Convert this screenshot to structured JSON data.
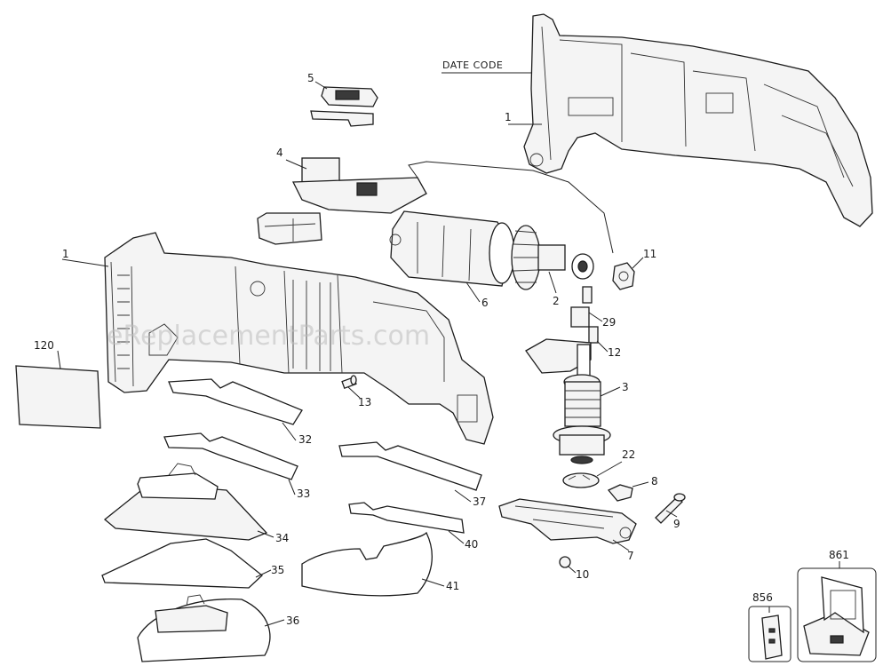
{
  "watermark": "eReplacementParts.com",
  "date_code_label": "DATE CODE",
  "labels": {
    "housing_upper": "1",
    "housing_lower": "1",
    "gear": "2",
    "spindle": "3",
    "switch_board": "4",
    "switch_cover": "5",
    "motor": "6",
    "gear_case": "7",
    "clip": "8",
    "pin": "9",
    "screw_10": "10",
    "nut": "11",
    "part_12": "12",
    "screw_13": "13",
    "part_22": "22",
    "part_29": "29",
    "blade_32": "32",
    "blade_33": "33",
    "sanding_pad": "34",
    "sheet_35": "35",
    "pad_36": "36",
    "blade_37": "37",
    "blade_40": "40",
    "blade_41": "41",
    "label_120": "120",
    "part_856": "856",
    "case_861": "861"
  }
}
